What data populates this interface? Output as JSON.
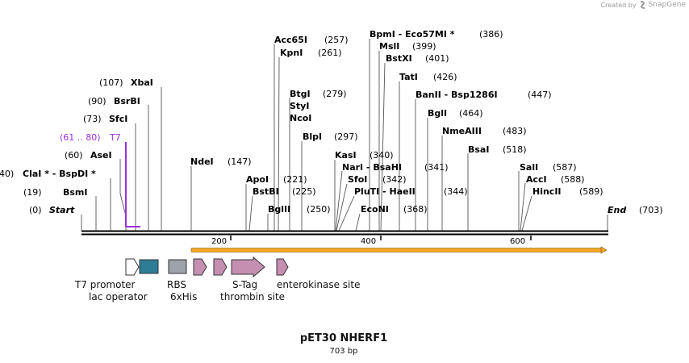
{
  "credit": {
    "prefix": "Created by",
    "brand": "SnapGene"
  },
  "plasmid": {
    "name": "pET30 NHERF1",
    "length_label": "703 bp"
  },
  "colors": {
    "backbone": "#000000",
    "orf": "#f5a623",
    "t7_promoter": "#ffffff",
    "lac_operator": "#2e7d96",
    "rbs": "#9ea3aa",
    "tag": "#c58fb2",
    "primer": "#9b30d9"
  },
  "start_label": {
    "pos": "(0)",
    "name": "Start"
  },
  "end_label": {
    "pos": "(703)",
    "name": "End"
  },
  "ticks": [
    {
      "label": "200"
    },
    {
      "label": "400"
    },
    {
      "label": "600"
    }
  ],
  "sites": [
    {
      "id": "bsmi",
      "pos": "(19)",
      "name": "BsmI"
    },
    {
      "id": "clai",
      "pos": "40)",
      "name": "ClaI * - BspDI *"
    },
    {
      "id": "asei",
      "pos": "(60)",
      "name": "AseI"
    },
    {
      "id": "t7",
      "pos": "(61 .. 80)",
      "name": "T7"
    },
    {
      "id": "sfci",
      "pos": "(73)",
      "name": "SfcI"
    },
    {
      "id": "bsrbi",
      "pos": "(90)",
      "name": "BsrBI"
    },
    {
      "id": "xbai",
      "pos": "(107)",
      "name": "XbaI"
    },
    {
      "id": "ndei",
      "pos": "(147)",
      "name": "NdeI"
    },
    {
      "id": "apoi",
      "pos": "(221)",
      "name": "ApoI"
    },
    {
      "id": "bstbi",
      "pos": "(225)",
      "name": "BstBI"
    },
    {
      "id": "bglii",
      "pos": "(250)",
      "name": "BglII"
    },
    {
      "id": "acc65i",
      "pos": "(257)",
      "name": "Acc65I"
    },
    {
      "id": "kpni",
      "pos": "(261)",
      "name": "KpnI"
    },
    {
      "id": "btgi",
      "pos": "(279)",
      "name": "BtgI"
    },
    {
      "id": "styi",
      "pos": "",
      "name": "StyI"
    },
    {
      "id": "ncoi",
      "pos": "",
      "name": "NcoI"
    },
    {
      "id": "blpi",
      "pos": "(297)",
      "name": "BlpI"
    },
    {
      "id": "kasi",
      "pos": "(340)",
      "name": "KasI"
    },
    {
      "id": "nari",
      "pos": "(341)",
      "name": "NarI - BsaHI"
    },
    {
      "id": "sfoi",
      "pos": "(342)",
      "name": "SfoI"
    },
    {
      "id": "pluti",
      "pos": "(344)",
      "name": "PluTI - HaeII"
    },
    {
      "id": "econi",
      "pos": "(368)",
      "name": "EcoNI"
    },
    {
      "id": "bpmi",
      "pos": "(386)",
      "name": "BpmI - Eco57MI *"
    },
    {
      "id": "msli",
      "pos": "(399)",
      "name": "MslI"
    },
    {
      "id": "bstxi",
      "pos": "(401)",
      "name": "BstXI"
    },
    {
      "id": "tati",
      "pos": "(426)",
      "name": "TatI"
    },
    {
      "id": "banii",
      "pos": "(447)",
      "name": "BanII - Bsp1286I"
    },
    {
      "id": "bgli",
      "pos": "(464)",
      "name": "BglI"
    },
    {
      "id": "nmeaiii",
      "pos": "(483)",
      "name": "NmeAIII"
    },
    {
      "id": "bsai",
      "pos": "(518)",
      "name": "BsaI"
    },
    {
      "id": "sali",
      "pos": "(587)",
      "name": "SalI"
    },
    {
      "id": "acci",
      "pos": "(588)",
      "name": "AccI"
    },
    {
      "id": "hincii",
      "pos": "(589)",
      "name": "HincII"
    }
  ],
  "features": [
    {
      "id": "t7-promoter",
      "label": "T7 promoter"
    },
    {
      "id": "lac-operator",
      "label": "lac operator"
    },
    {
      "id": "rbs",
      "label": "RBS"
    },
    {
      "id": "6xhis",
      "label": "6xHis"
    },
    {
      "id": "s-tag",
      "label": "S-Tag"
    },
    {
      "id": "thrombin-site",
      "label": "thrombin site"
    },
    {
      "id": "enterokinase-site",
      "label": "enterokinase site"
    }
  ]
}
